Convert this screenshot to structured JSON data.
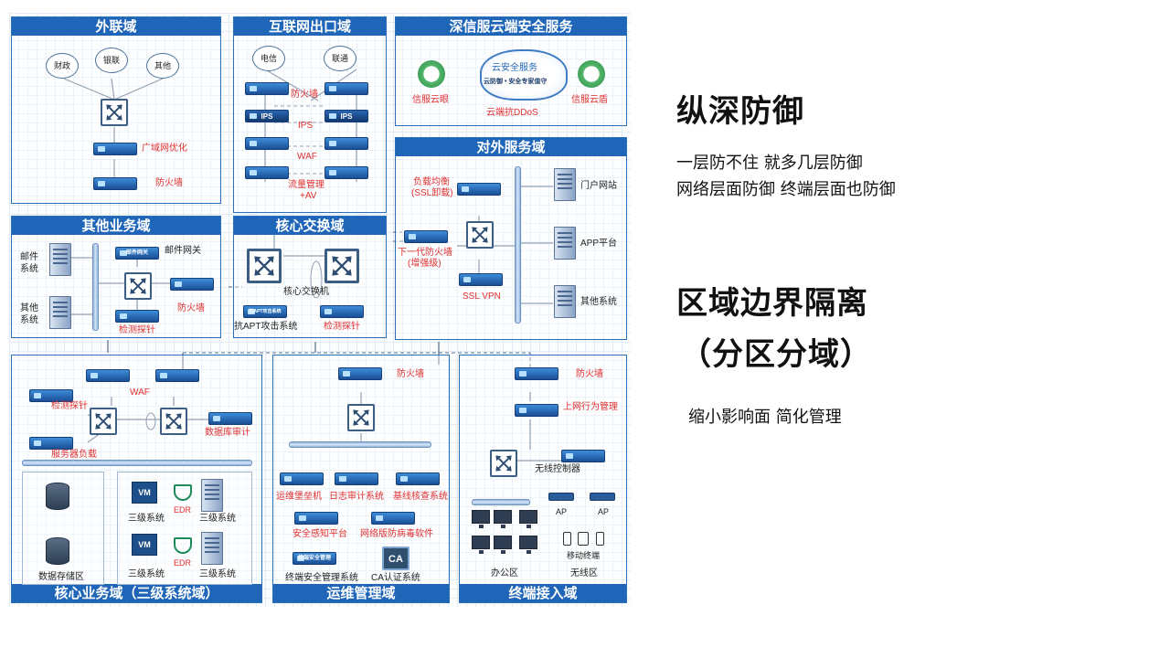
{
  "diagram": {
    "zones": {
      "extranet": "外联域",
      "internet_exit": "互联网出口域",
      "cloud_service": "深信服云端安全服务",
      "external_service": "对外服务域",
      "other_business": "其他业务域",
      "core_switch": "核心交换域",
      "core_business": "核心业务域（三级系统域）",
      "ops": "运维管理域",
      "terminal": "终端接入域"
    },
    "extranet": {
      "clouds": [
        "财政",
        "银联",
        "其他"
      ],
      "wan_opt": "广域网优化",
      "firewall": "防火墙"
    },
    "internet_exit": {
      "clouds": [
        "电信",
        "联通"
      ],
      "firewall": "防火墙",
      "ips": "IPS",
      "ips_tag": "IPS",
      "waf": "WAF",
      "flow": "流量管理",
      "flow2": "+AV"
    },
    "cloud_service": {
      "cloud_title": "云安全服务",
      "cloud_sub": "云防御 • 安全专家值守",
      "left": "信服云眼",
      "right": "信服云盾",
      "ddos": "云端抗DDoS"
    },
    "external_service": {
      "lb": "负载均衡",
      "lb2": "(SSL卸载)",
      "ngfw": "下一代防火墙",
      "ngfw2": "(增强级)",
      "vpn": "SSL VPN",
      "portal": "门户网站",
      "app": "APP平台",
      "other": "其他系统"
    },
    "other_business": {
      "mail": "邮件",
      "mail2": "系统",
      "other": "其他",
      "other2": "系统",
      "mail_gw": "邮件网关",
      "mail_gw_tag": "邮件网关",
      "firewall": "防火墙",
      "probe": "检测探针"
    },
    "core_switch": {
      "switch": "核心交换机",
      "apt": "抗APT攻击系统",
      "apt_tag": "抗APT攻击系统",
      "probe": "检测探针"
    },
    "core_business": {
      "waf": "WAF",
      "probe": "检测探针",
      "db_audit": "数据库审计",
      "slb": "服务器负载",
      "storage": "数据存储区",
      "vm": "VM",
      "edr": "EDR",
      "lvl3a": "三级系统",
      "lvl3b": "三级系统",
      "lvl3c": "三级系统",
      "lvl3d": "三级系统"
    },
    "ops": {
      "firewall": "防火墙",
      "bastion": "运维堡垒机",
      "log_audit": "日志审计系统",
      "baseline": "基线核查系统",
      "sip": "安全感知平台",
      "av": "网络版防病毒软件",
      "endpoint": "终端安全管理系统",
      "endpoint_tag": "终端安全管理",
      "ca": "CA",
      "ca_sys": "CA认证系统"
    },
    "terminal": {
      "firewall": "防火墙",
      "behavior": "上网行为管理",
      "wlc": "无线控制器",
      "ap": "AP",
      "mobile": "移动终端",
      "office": "办公区",
      "wireless": "无线区"
    }
  },
  "panel": {
    "title1": "纵深防御",
    "line1": "一层防不住 就多几层防御",
    "line2": "网络层面防御 终端层面也防御",
    "title2": "区域边界隔离",
    "title2b": "（分区分域）",
    "line3": "缩小影响面 简化管理"
  },
  "colors": {
    "zone_header": "#1f66b8",
    "red_label": "#e03030"
  }
}
